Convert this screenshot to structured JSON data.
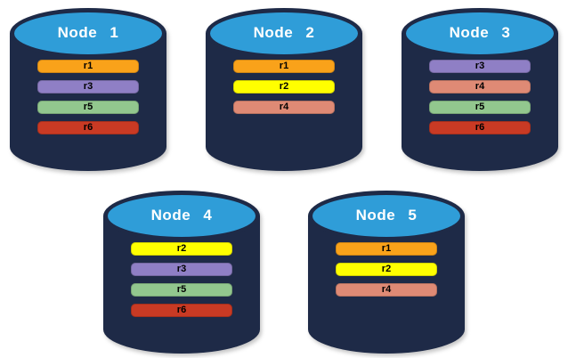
{
  "colors": {
    "background": "#FFFFFF",
    "cylinder_body": "#1E2A47",
    "cylinder_top": "#2F9DD8",
    "title_text": "#FFFFFF",
    "bar_text": "#000000"
  },
  "replica_colors": {
    "r1": "#F9A21A",
    "r2": "#FFFF00",
    "r3": "#8F7FC5",
    "r4": "#DF8A75",
    "r5": "#92C78E",
    "r6": "#C93A24"
  },
  "nodes": [
    {
      "title": "Node 1",
      "replicas": [
        "r1",
        "r3",
        "r5",
        "r6"
      ]
    },
    {
      "title": "Node 2",
      "replicas": [
        "r1",
        "r2",
        "r4"
      ]
    },
    {
      "title": "Node 3",
      "replicas": [
        "r3",
        "r4",
        "r5",
        "r6"
      ]
    },
    {
      "title": "Node 4",
      "replicas": [
        "r2",
        "r3",
        "r5",
        "r6"
      ]
    },
    {
      "title": "Node 5",
      "replicas": [
        "r1",
        "r2",
        "r4"
      ]
    }
  ],
  "layout": {
    "rows": [
      [
        0,
        1,
        2
      ],
      [
        3,
        4
      ]
    ]
  }
}
